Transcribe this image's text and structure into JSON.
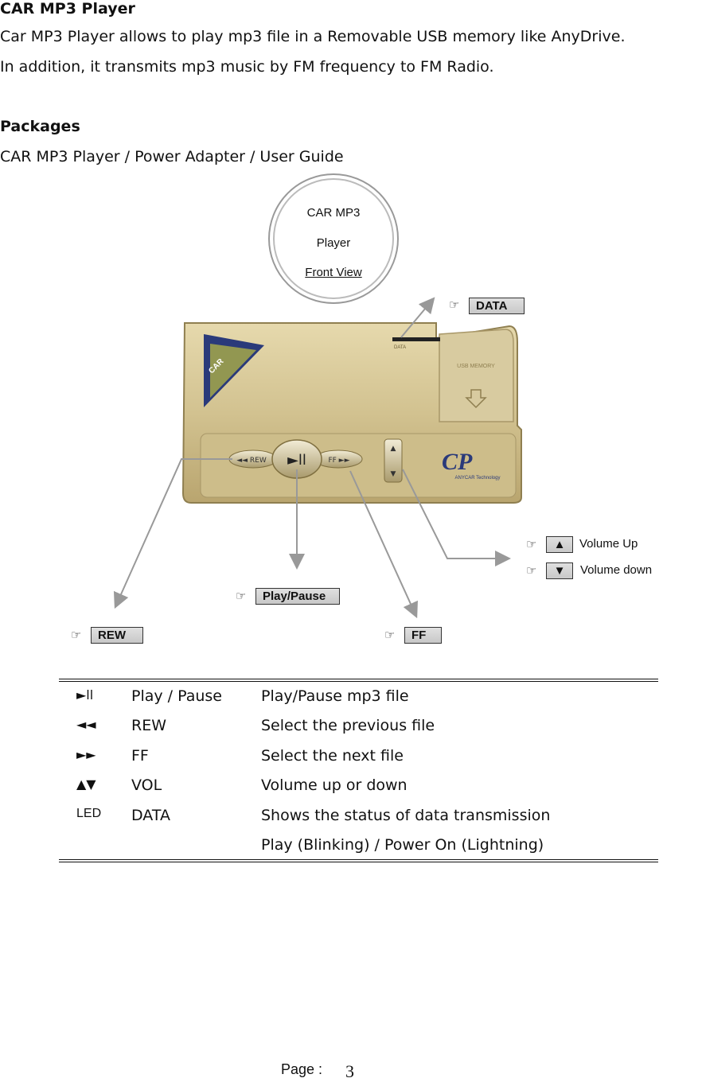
{
  "heading": "CAR MP3 Player",
  "intro_line1": "Car MP3 Player allows to play mp3 file in a Removable USB memory like AnyDrive.",
  "intro_line2": "In addition, it transmits mp3 music by FM frequency to FM Radio.",
  "packages_heading": "Packages",
  "packages_text": "CAR MP3 Player / Power Adapter / User Guide",
  "diagram": {
    "circle_line1": "CAR MP3",
    "circle_line2": "Player",
    "circle_line3": "Front View",
    "pointer_glyph": "☞",
    "data_label": "DATA",
    "vol_up_symbol": "▲",
    "vol_up_label": "Volume Up",
    "vol_down_symbol": "▼",
    "vol_down_label": "Volume down",
    "play_pause_label": "Play/Pause",
    "rew_label": "REW",
    "ff_label": "FF",
    "device_colors": {
      "body": "#d8c898",
      "accent": "#b8a66e",
      "logo": "#2a3a7a"
    }
  },
  "table": [
    {
      "symbol": "►ll",
      "name": "Play / Pause",
      "desc": "Play/Pause mp3 file"
    },
    {
      "symbol": "◄◄",
      "name": "REW",
      "desc": "Select the previous file"
    },
    {
      "symbol": "►►",
      "name": "FF",
      "desc": "Select the next file"
    },
    {
      "symbol": "▲▼",
      "name": "VOL",
      "desc": "Volume up or down"
    },
    {
      "symbol": "LED",
      "name": "DATA",
      "desc": "Shows the status of data transmission"
    },
    {
      "symbol": "",
      "name": "",
      "desc": "Play (Blinking) / Power On (Lightning)"
    }
  ],
  "footer": {
    "page_label": "Page :",
    "page_number": "3"
  }
}
